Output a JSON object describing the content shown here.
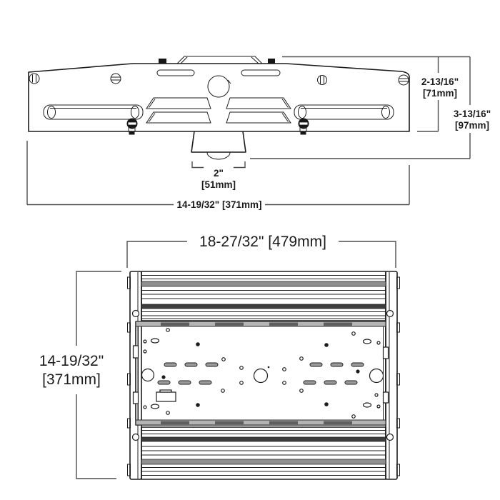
{
  "end_view": {
    "dim_height_body": {
      "line1": "2-13/16\"",
      "line2": "[71mm]"
    },
    "dim_height_overall": {
      "line1": "3-13/16\"",
      "line2": "[97mm]"
    },
    "dim_sensor_width": {
      "line1": "2\"",
      "line2": "[51mm]"
    },
    "dim_overall_width": "14-19/32\" [371mm]"
  },
  "plan_view": {
    "dim_length": "18-27/32\" [479mm]",
    "dim_width": {
      "line1": "14-19/32\"",
      "line2": "[371mm]"
    }
  },
  "colors": {
    "line": "#1c1c1c",
    "dimension_line": "#4d4d4d",
    "fin_band_dark": "#3e3e3e",
    "fin_band_gray": "#8f8f8f",
    "plate_edge_gray": "#b4b4b4",
    "background": "#ffffff"
  }
}
